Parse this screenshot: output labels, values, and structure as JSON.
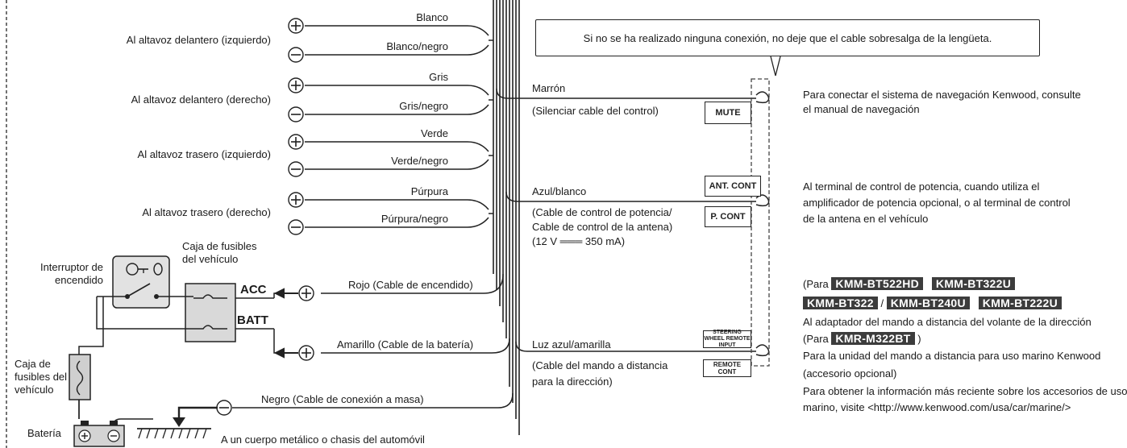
{
  "speakers": [
    {
      "label": "Al altavoz delantero (izquierdo)",
      "wire_pos": "Blanco",
      "wire_neg": "Blanco/negro"
    },
    {
      "label": "Al altavoz delantero (derecho)",
      "wire_pos": "Gris",
      "wire_neg": "Gris/negro"
    },
    {
      "label": "Al altavoz trasero (izquierdo)",
      "wire_pos": "Verde",
      "wire_neg": "Verde/negro"
    },
    {
      "label": "Al altavoz trasero (derecho)",
      "wire_pos": "Púrpura",
      "wire_neg": "Púrpura/negro"
    }
  ],
  "power": {
    "ignition_switch": "Interruptor de\nencendido",
    "fuse_box_vehicle": "Caja de fusibles\ndel vehículo",
    "acc": "ACC",
    "batt": "BATT",
    "red_wire": "Rojo (Cable de encendido)",
    "yellow_wire": "Amarillo (Cable de la batería)",
    "fuse_box_small": "Caja de\nfusibles del\nvehículo",
    "battery": "Batería",
    "black_wire": "Negro (Cable de conexión a masa)",
    "ground": "A un cuerpo metálico o chasis del automóvil"
  },
  "callout": "Si no se ha realizado ninguna conexión, no deje que el cable sobresalga de la lengüeta.",
  "mute": {
    "wire": "Marrón",
    "desc": "(Silenciar cable del control)",
    "tag": "MUTE",
    "note1": "Para conectar el sistema de navegación Kenwood, consulte",
    "note2": "el manual de navegación"
  },
  "pcont": {
    "wire": "Azul/blanco",
    "desc1": "(Cable de control de potencia/",
    "desc2": "Cable de control de la antena)",
    "desc3": "(12 V ═══ 350 mA)",
    "tag_ant": "ANT. CONT",
    "tag_p": "P. CONT",
    "note1": "Al terminal de control de potencia, cuando utiliza el",
    "note2": "amplificador de potencia opcional, o al terminal de control",
    "note3": "de la antena en el vehículo"
  },
  "remote": {
    "wire": "Luz azul/amarilla",
    "desc1": "(Cable del mando a distancia",
    "desc2": "para la dirección)",
    "tag_top": "STEERING WHEEL REMOTE INPUT",
    "tag_bottom": "REMOTE CONT",
    "para_open": "(Para",
    "models": [
      "KMM-BT522HD",
      "KMM-BT322U",
      "KMM-BT322",
      "KMM-BT240U",
      "KMM-BT222U"
    ],
    "slash": "/",
    "para_close": ")",
    "note_steering": "Al adaptador del mando a distancia del volante de la dirección",
    "marine_model": "KMR-M322BT",
    "note_marine1": "Para la unidad del mando a distancia para uso marino Kenwood",
    "note_marine2": "(accesorio opcional)",
    "note_marine3": "Para obtener la información más reciente sobre los accesorios de uso",
    "note_marine4": "marino, visite <http://www.kenwood.com/usa/car/marine/>"
  }
}
